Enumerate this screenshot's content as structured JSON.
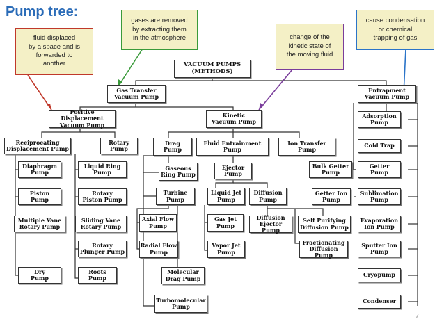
{
  "title": "Pump tree:",
  "page_number": "7",
  "notes": {
    "fluid_displaced": "fluid displaced\nby a space and is\nforwarded to\nanother",
    "gases_removed": "gases are removed\nby extracting them\nin the atmosphere",
    "kinetic_change": "change of the\nkinetic state of\nthe moving fluid",
    "condensation": "cause condensation\nor chemical\ntrapping of gas"
  },
  "nodes": {
    "root": "VACUUM PUMPS\n(METHODS)",
    "gas_transfer": "Gas Transfer\nVacuum Pump",
    "entrapment": "Entrapment\nVacuum Pump",
    "positive_displacement": "Positive Displacement\nVacuum Pump",
    "kinetic": "Kinetic\nVacuum Pump",
    "reciprocating": "Reciprocating\nDisplacement Pump",
    "rotary": "Rotary\nPump",
    "diaphragm": "Diaphragm\nPump",
    "piston": "Piston\nPump",
    "multiple_vane": "Multiple Vane\nRotary Pump",
    "dry": "Dry\nPump",
    "liquid_ring": "Liquid Ring\nPump",
    "rotary_piston": "Rotary\nPiston Pump",
    "sliding_vane": "Sliding Vane\nRotary Pump",
    "rotary_plunger": "Rotary\nPlunger Pump",
    "roots": "Roots\nPump",
    "drag": "Drag\nPump",
    "fluid_entrainment": "Fluid Entrainment\nPump",
    "ion_transfer": "Ion Transfer\nPump",
    "gaseous_ring": "Gaseous\nRing Pump",
    "turbine": "Turbine\nPump",
    "axial_flow": "Axial Flow\nPump",
    "radial_flow": "Radial Flow\nPump",
    "molecular_drag": "Molecular\nDrag Pump",
    "turbomolecular": "Turbomolecular\nPump",
    "ejector": "Ejector\nPump",
    "liquid_jet": "Liquid Jet\nPump",
    "gas_jet": "Gas Jet\nPump",
    "vapor_jet": "Vapor Jet\nPump",
    "diffusion": "Diffusion\nPump",
    "diffusion_ejector": "Diffusion\nEjector Pump",
    "self_purifying": "Self Purifying\nDiffusion Pump",
    "fractionating": "Fractionating\nDiffusion Pump",
    "bulk_getter": "Bulk Getter\nPump",
    "getter_ion": "Getter Ion\nPump",
    "adsorption": "Adsorption\nPump",
    "cold_trap": "Cold Trap",
    "getter": "Getter\nPump",
    "sublimation": "Sublimation\nPump",
    "evaporation_ion": "Evaporation\nIon Pump",
    "sputter_ion": "Sputter Ion\nPump",
    "cryopump": "Cryopump",
    "condenser": "Condenser"
  }
}
